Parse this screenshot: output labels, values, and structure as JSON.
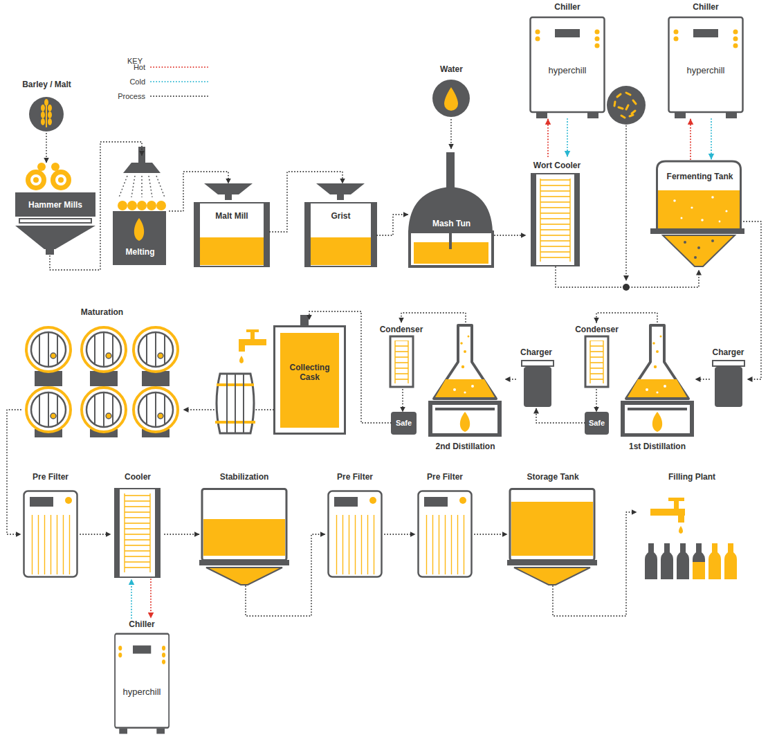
{
  "diagram": {
    "nodes": [
      {
        "text": [
          "Barley / Malt"
        ]
      },
      {
        "text": [
          "Hammer Mills"
        ]
      },
      {
        "text": [
          "Melting"
        ]
      },
      {
        "text": [
          "Malt Mill"
        ]
      },
      {
        "text": [
          "Grist"
        ]
      },
      {
        "text": [
          "Water"
        ]
      },
      {
        "text": [
          "Mash Tun"
        ]
      },
      {
        "text": [
          "Chiller",
          "hyperchill"
        ]
      },
      {
        "text": [
          "Wort Cooler"
        ]
      },
      {
        "text": [
          "Chiller",
          "hyperchill"
        ]
      },
      {
        "text": [
          "Fermenting Tank"
        ]
      },
      {
        "text": [
          "Charger"
        ]
      },
      {
        "text": [
          "1st Distillation"
        ]
      },
      {
        "text": [
          "Condenser"
        ]
      },
      {
        "text": [
          "Safe"
        ]
      },
      {
        "text": [
          "Charger"
        ]
      },
      {
        "text": [
          "2nd Distillation"
        ]
      },
      {
        "text": [
          "Condenser"
        ]
      },
      {
        "text": [
          "Safe"
        ]
      },
      {
        "text": [
          "Collecting Cask"
        ]
      },
      {
        "text": [
          "Maturation"
        ]
      },
      {
        "text": [
          "Pre Filter"
        ]
      },
      {
        "text": [
          "Cooler"
        ]
      },
      {
        "text": [
          "Chiller",
          "hyperchill"
        ]
      },
      {
        "text": [
          "Stabilization"
        ]
      },
      {
        "text": [
          "Pre Filter"
        ]
      },
      {
        "text": [
          "Pre Filter"
        ]
      },
      {
        "text": [
          "Storage Tank"
        ]
      },
      {
        "text": [
          "Filling Plant"
        ]
      }
    ],
    "edges": [
      {
        "from": 0,
        "to": 1,
        "arrow": "to"
      },
      {
        "from": 1,
        "to": 2,
        "arrow": "to"
      },
      {
        "from": 2,
        "to": 3,
        "arrow": "to"
      },
      {
        "from": 3,
        "to": 4,
        "arrow": "to"
      },
      {
        "from": 4,
        "to": 6,
        "arrow": "to"
      },
      {
        "from": 5,
        "to": 6,
        "arrow": "to"
      },
      {
        "from": 6,
        "to": 8,
        "arrow": "to"
      },
      {
        "from": 8,
        "to": 10,
        "arrow": "to"
      },
      {
        "from": 8,
        "to": 7,
        "arrow": "to"
      },
      {
        "from": 7,
        "to": 8,
        "arrow": "to"
      },
      {
        "from": 10,
        "to": 9,
        "arrow": "to"
      },
      {
        "from": 9,
        "to": 10,
        "arrow": "to"
      },
      {
        "from": 10,
        "to": 11,
        "arrow": "to"
      },
      {
        "from": 11,
        "to": 12,
        "arrow": "to"
      },
      {
        "from": 12,
        "to": 13,
        "arrow": "to"
      },
      {
        "from": 13,
        "to": 14,
        "arrow": "to"
      },
      {
        "from": 14,
        "to": 15,
        "arrow": "to"
      },
      {
        "from": 15,
        "to": 16,
        "arrow": "to"
      },
      {
        "from": 16,
        "to": 17,
        "arrow": "to"
      },
      {
        "from": 17,
        "to": 18,
        "arrow": "to"
      },
      {
        "from": 18,
        "to": 19,
        "arrow": "to"
      },
      {
        "from": 19,
        "to": 20,
        "arrow": "to"
      },
      {
        "from": 20,
        "to": 21,
        "arrow": "to"
      },
      {
        "from": 21,
        "to": 22,
        "arrow": "to"
      },
      {
        "from": 22,
        "to": 24,
        "arrow": "to"
      },
      {
        "from": 23,
        "to": 22,
        "arrow": "to"
      },
      {
        "from": 22,
        "to": 23,
        "arrow": "to"
      },
      {
        "from": 24,
        "to": 25,
        "arrow": "to"
      },
      {
        "from": 25,
        "to": 26,
        "arrow": "to"
      },
      {
        "from": 26,
        "to": 27,
        "arrow": "to"
      },
      {
        "from": 27,
        "to": 28,
        "arrow": "to"
      }
    ],
    "labels": [
      "KEY"
    ],
    "legend": [
      {
        "text": "Hot"
      },
      {
        "text": "Cold"
      },
      {
        "text": "Process"
      }
    ]
  }
}
